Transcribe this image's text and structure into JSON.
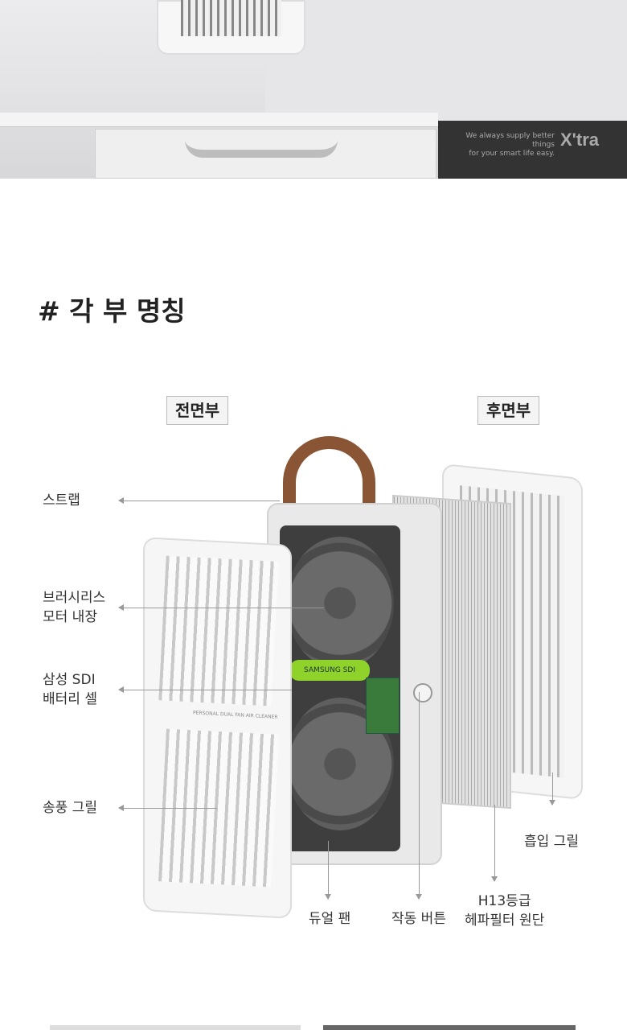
{
  "banner": {
    "slogan_line1": "We always supply better things",
    "slogan_line2": "for your smart life easy.",
    "logo": "X'tra"
  },
  "section_title": "# 각 부 명칭",
  "tags": {
    "front": "전면부",
    "rear": "후면부"
  },
  "labels": {
    "strap": "스트랩",
    "motor_line1": "브러시리스",
    "motor_line2": "모터 내장",
    "battery_line1": "삼성 SDI",
    "battery_line2": "배터리 셀",
    "outlet_grill": "송풍 그릴",
    "intake_grill": "흡입 그릴",
    "dual_fan": "듀얼 팬",
    "power_button": "작동 버튼",
    "filter_line1": "H13등급",
    "filter_line2": "헤파필터 원단"
  },
  "product_marks": {
    "battery_text": "SAMSUNG SDI",
    "grill_text": "PERSONAL DUAL FAN AIR CLEANER"
  }
}
